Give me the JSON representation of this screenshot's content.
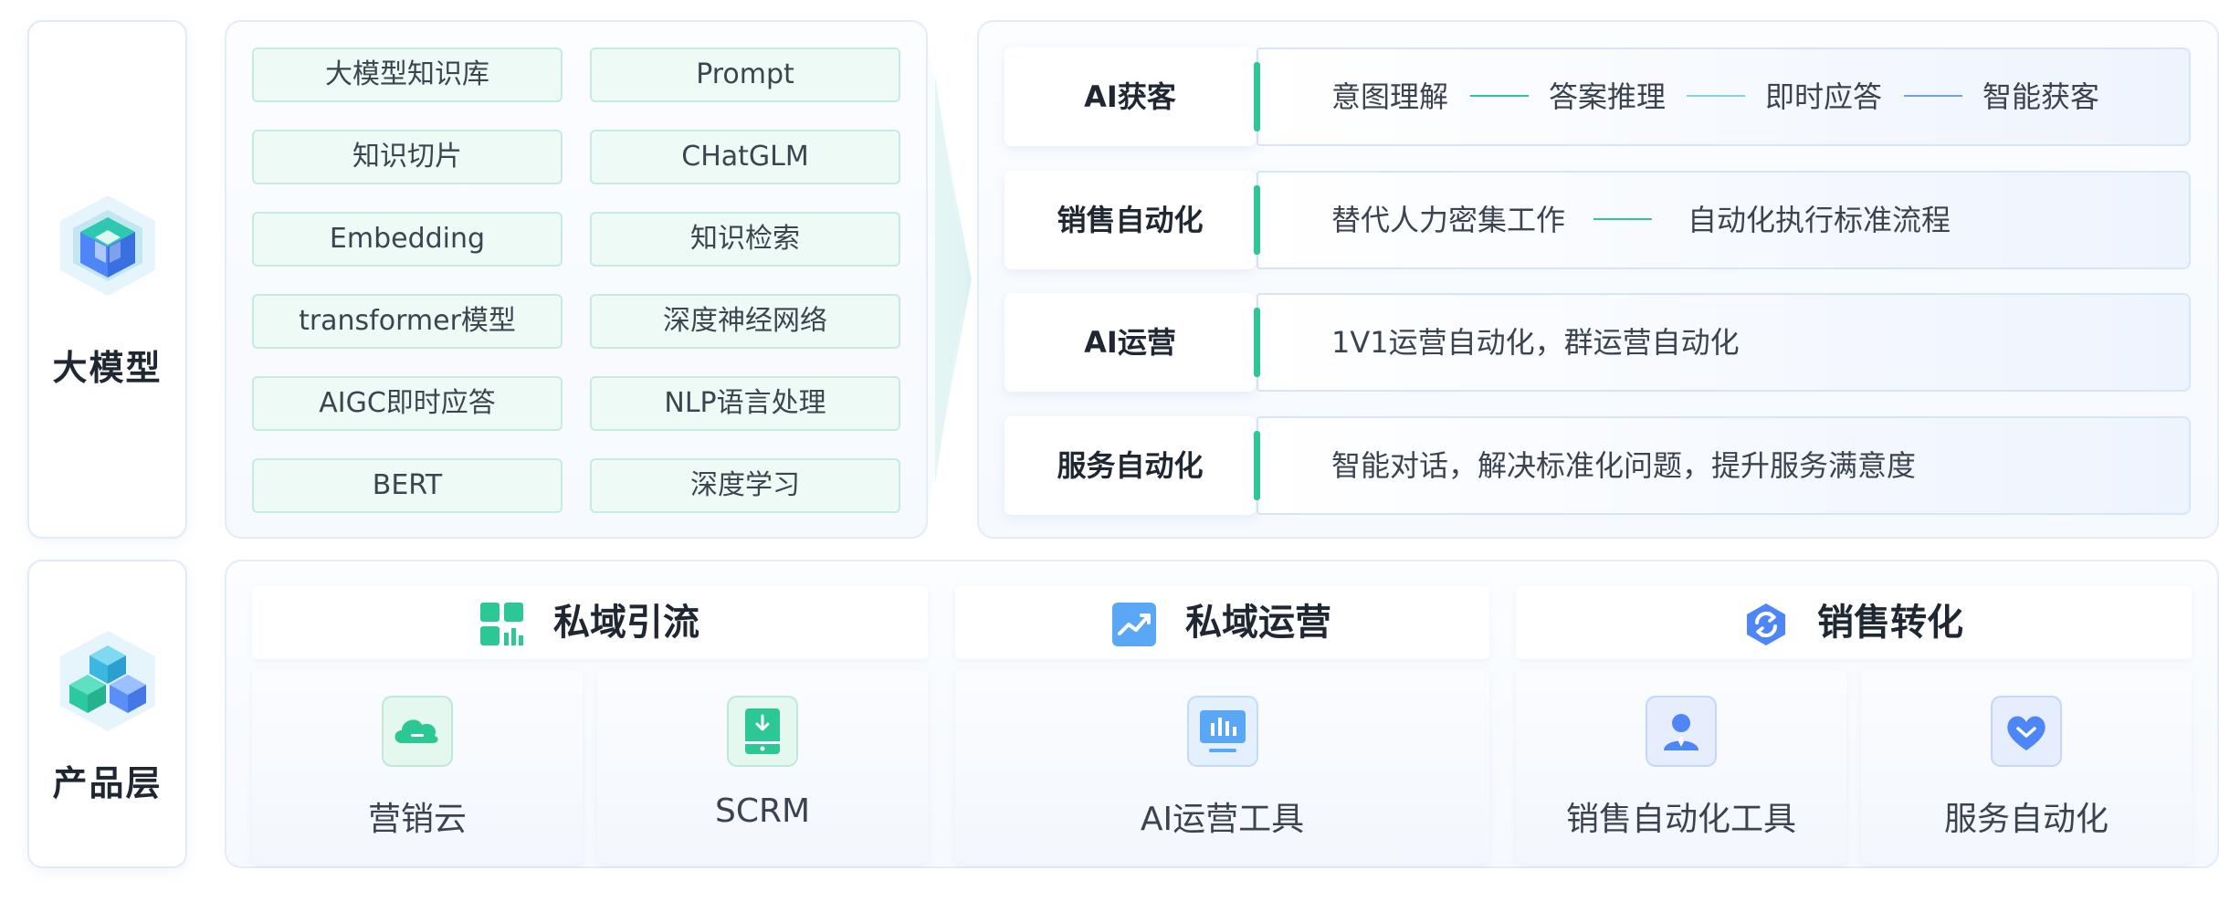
{
  "layers": {
    "model_label": "大模型",
    "product_label": "产品层"
  },
  "tech_items": [
    "大模型知识库",
    "Prompt",
    "知识切片",
    "CHatGLM",
    "Embedding",
    "知识检索",
    "transformer模型",
    "深度神经网络",
    "AIGC即时应答",
    "NLP语言处理",
    "BERT",
    "深度学习"
  ],
  "scenarios": [
    {
      "name": "AI获客",
      "steps": [
        "意图理解",
        "答案推理",
        "即时应答",
        "智能获客"
      ]
    },
    {
      "name": "销售自动化",
      "steps": [
        "替代人力密集工作",
        "自动化执行标准流程"
      ]
    },
    {
      "name": "AI运营",
      "steps": [
        "1V1运营自动化，群运营自动化"
      ]
    },
    {
      "name": "服务自动化",
      "steps": [
        "智能对话，解决标准化问题，提升服务满意度"
      ]
    }
  ],
  "categories": [
    {
      "title": "私域引流",
      "icon": "grid-chart-icon",
      "color": "#2cc795"
    },
    {
      "title": "私域运营",
      "icon": "trend-line-icon",
      "color": "#5aa8f5"
    },
    {
      "title": "销售转化",
      "icon": "convert-hex-icon",
      "color": "#4f86f7"
    }
  ],
  "products": [
    {
      "label": "营销云",
      "icon": "cloud-icon",
      "color": "#2cc795"
    },
    {
      "label": "SCRM",
      "icon": "tablet-download-icon",
      "color": "#2cc795"
    },
    {
      "label": "AI运营工具",
      "icon": "screen-chart-icon",
      "color": "#5aa8f5"
    },
    {
      "label": "销售自动化工具",
      "icon": "user-icon",
      "color": "#4f86f7"
    },
    {
      "label": "服务自动化",
      "icon": "heart-icon",
      "color": "#4f86f7"
    }
  ],
  "colors": {
    "accent_green": "#2cc795",
    "accent_blue": "#5aa8f5",
    "accent_indigo": "#4f86f7"
  }
}
